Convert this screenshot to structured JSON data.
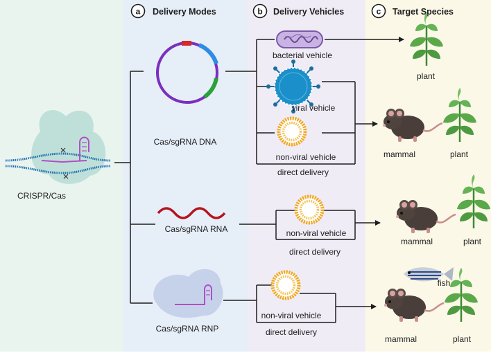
{
  "panels": {
    "a": {
      "letter": "a",
      "title": "Delivery Modes"
    },
    "b": {
      "letter": "b",
      "title": "Delivery Vehicles"
    },
    "c": {
      "letter": "c",
      "title": "Target Species"
    }
  },
  "source": {
    "label": "CRISPR/Cas"
  },
  "modes": [
    {
      "label": "Cas/sgRNA DNA"
    },
    {
      "label": "Cas/sgRNA RNA"
    },
    {
      "label": "Cas/sgRNA RNP"
    }
  ],
  "vehicles": {
    "bacterial": "bacterial vehicle",
    "viral": "viral vehicle",
    "nonviral": "non-viral vehicle",
    "direct": "direct delivery"
  },
  "species": {
    "plant": "plant",
    "mammal": "mammal",
    "fish": "fish"
  },
  "colors": {
    "panel_left": "#eaf4ef",
    "panel_a": "#e6eef8",
    "panel_b": "#f0ecf6",
    "panel_c": "#fbf8e8",
    "line": "#1e1e1e",
    "plasmid_purple": "#7b2fbe",
    "plasmid_blue": "#2e8be6",
    "plasmid_green": "#2aa13a",
    "rna_red": "#b3141e",
    "viral_blue": "#1a8fc9",
    "lipid_orange": "#f2a81d",
    "plant_green": "#5aa84a",
    "mouse_brown": "#4a3e3a"
  }
}
